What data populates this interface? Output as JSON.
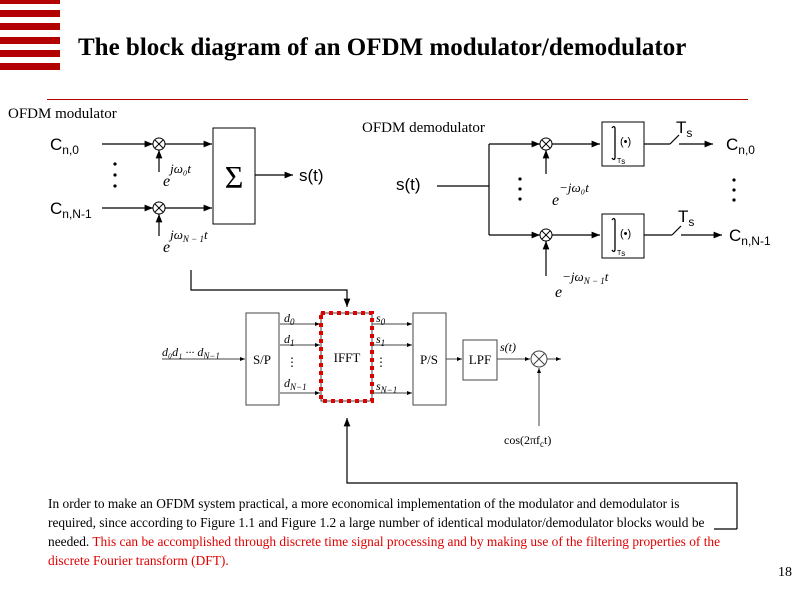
{
  "slide": {
    "title": "The block diagram of an OFDM modulator/demodulator",
    "page_number": "18",
    "accent_color": "#B30000",
    "highlight_color": "#E00000"
  },
  "modulator": {
    "label": "OFDM modulator",
    "input_top": "C",
    "input_top_sub": "n,0",
    "input_bottom": "C",
    "input_bottom_sub": "n,N-1",
    "carrier_top_base": "e",
    "carrier_top_exp": "jω₀t",
    "carrier_bottom_base": "e",
    "carrier_bottom_exp": "jω",
    "carrier_bottom_exp_sub": "N − 1",
    "carrier_bottom_exp_tail": "t",
    "sum_symbol": "Σ",
    "output": "s(t)"
  },
  "demodulator": {
    "label": "OFDM demodulator",
    "input": "s(t)",
    "carrier_top_base": "e",
    "carrier_top_exp": "−jω₀t",
    "carrier_bottom_base": "e",
    "carrier_bottom_exp": "−jω",
    "carrier_bottom_exp_sub": "N − 1",
    "carrier_bottom_exp_tail": "t",
    "integrator_integrand": "(•)",
    "integrator_limit": "T",
    "integrator_limit_sub": "s",
    "switch_label": "T",
    "switch_label_sub": "s",
    "output_top": "C",
    "output_top_sub": "n,0",
    "output_bottom": "C",
    "output_bottom_sub": "n,N-1"
  },
  "dft_chain": {
    "input": "d₀d₁ ··· d",
    "input_sub": "N−1",
    "sp_block": "S/P",
    "d_labels": [
      "d",
      "d",
      "d"
    ],
    "d_subs": [
      "0",
      "1",
      "N−1"
    ],
    "ifft_block": "IFFT",
    "s_labels": [
      "s",
      "s",
      "s"
    ],
    "s_subs": [
      "0",
      "1",
      "N−1"
    ],
    "ps_block": "P/S",
    "lpf_block": "LPF",
    "lpf_output": "s(t)",
    "carrier": "cos(2πf",
    "carrier_sub": "c",
    "carrier_tail": "t)",
    "vdots": "⋮"
  },
  "paragraph": {
    "black_text": "In order to make an OFDM system practical, a more economical implementation of the modulator and demodulator is required, since according to Figure 1.1 and Figure 1.2 a large number of identical modulator/demodulator blocks would be needed. ",
    "red_text": "This can be accomplished through discrete time signal processing and by making use of the filtering properties of the discrete Fourier transform (DFT)."
  }
}
